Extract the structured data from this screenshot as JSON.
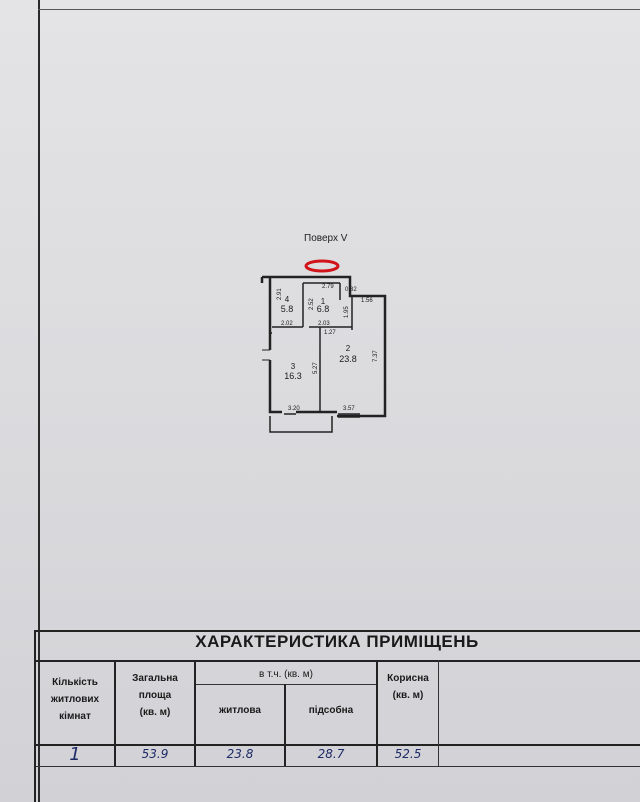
{
  "floor_label": "Поверх V",
  "rooms": [
    {
      "number": "1",
      "area": "6.8"
    },
    {
      "number": "2",
      "area": "23.8"
    },
    {
      "number": "3",
      "area": "16.3"
    },
    {
      "number": "4",
      "area": "5.8"
    }
  ],
  "dimensions": [
    "2.79",
    "0.82",
    "1.56",
    "2.91",
    "2.52",
    "1.95",
    "2.02",
    "2.03",
    "1.27",
    "7.37",
    "5.27",
    "3.20",
    "3.57"
  ],
  "table": {
    "title": "ХАРАКТЕРИСТИКА ПРИМІЩЕНЬ",
    "headers": {
      "rooms_count": [
        "Кількість",
        "житлових",
        "кімнат"
      ],
      "total_area": [
        "Загальна",
        "площа",
        "(кв. м)"
      ],
      "including": "в т.ч. (кв. м)",
      "living": "житлова",
      "auxiliary": "підсобна",
      "useful": [
        "Корисна",
        "(кв. м)"
      ]
    },
    "values": {
      "rooms_count": "1",
      "total_area": "53.9",
      "living": "23.8",
      "auxiliary": "28.7",
      "useful": "52.5"
    }
  },
  "colors": {
    "ink": "#1a1a1a",
    "handwriting": "#1e2a66",
    "marker": "#d0141a"
  }
}
